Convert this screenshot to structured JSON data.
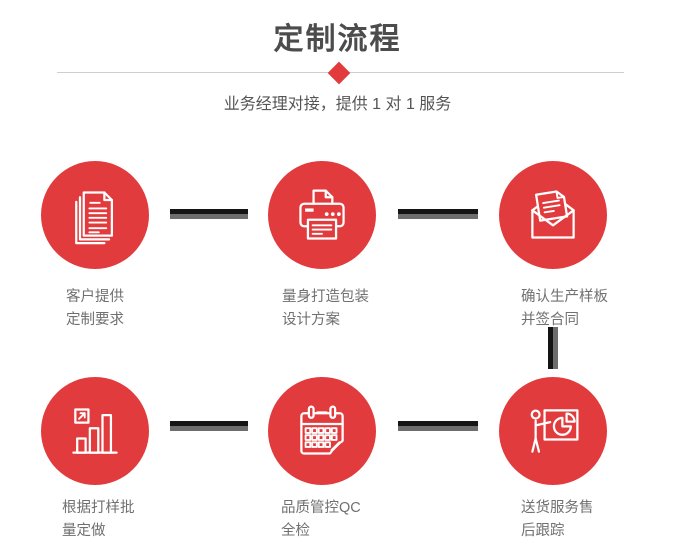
{
  "header": {
    "title": "定制流程",
    "subtitle": "业务经理对接，提供 1 对 1 服务"
  },
  "colors": {
    "accent_red": "#e23b3d",
    "connector_dark": "#151515",
    "connector_gray": "#6e6e6e",
    "divider_gray": "#cfcfcf",
    "title_gray": "#4c4c4c",
    "label_gray": "#707070"
  },
  "steps": [
    {
      "icon": "documents-icon",
      "label_line1": "客户提供",
      "label_line2": "定制要求"
    },
    {
      "icon": "printer-icon",
      "label_line1": "量身打造包装",
      "label_line2": "设计方案"
    },
    {
      "icon": "envelope-letter-icon",
      "label_line1": "确认生产样板",
      "label_line2": "并签合同"
    },
    {
      "icon": "bar-chart-icon",
      "label_line1": "根据打样批",
      "label_line2": "量定做"
    },
    {
      "icon": "calendar-icon",
      "label_line1": "品质管控QC",
      "label_line2": "全检"
    },
    {
      "icon": "presentation-icon",
      "label_line1": "送货服务售",
      "label_line2": "后跟踪"
    }
  ]
}
